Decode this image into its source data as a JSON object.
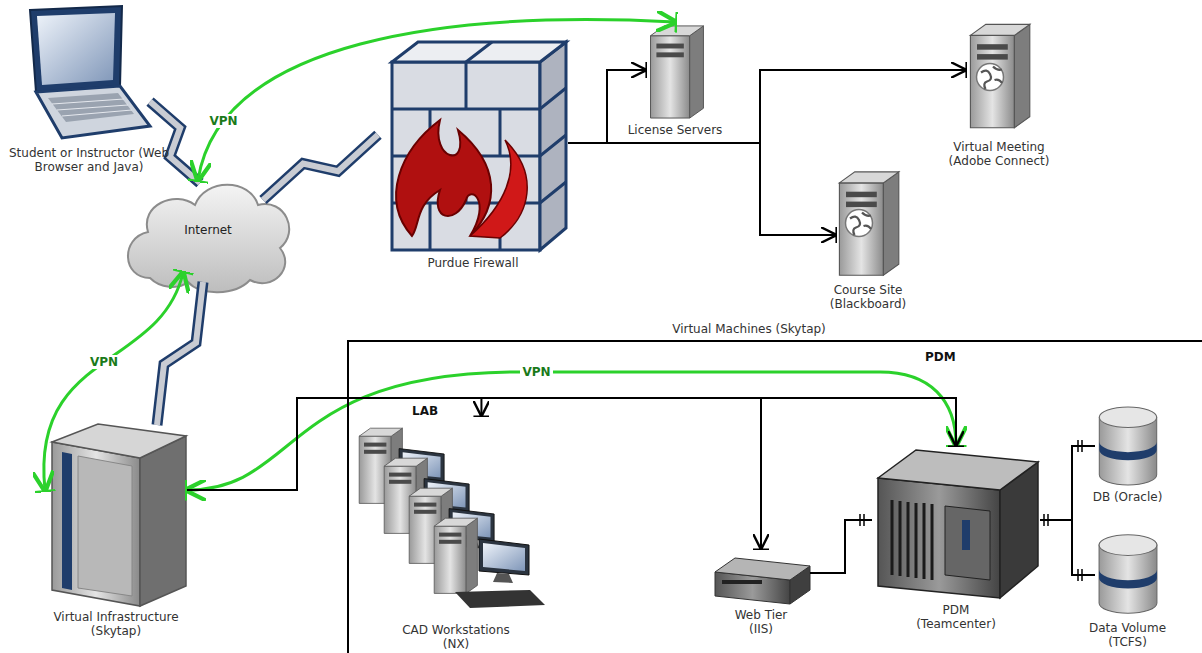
{
  "diagram": {
    "nodes": [
      {
        "text": [
          "Student or Instructor (Web Browser and Java)"
        ]
      },
      {
        "text": [
          "Internet"
        ]
      },
      {
        "text": [
          "Purdue Firewall"
        ]
      },
      {
        "text": [
          "License Servers"
        ]
      },
      {
        "text": [
          "Virtual Meeting (Adobe Connect)"
        ]
      },
      {
        "text": [
          "Course Site (Blackboard)"
        ]
      },
      {
        "text": [
          "Virtual Infrastructure (Skytap)"
        ]
      },
      {
        "text": [
          "Virtual Machines (Skytap)"
        ]
      },
      {
        "text": [
          "CAD Workstations (NX)"
        ],
        "in": 7
      },
      {
        "text": [
          "Web Tier (IIS)"
        ],
        "in": 7
      },
      {
        "text": [
          "PDM (Teamcenter)"
        ],
        "in": 7
      },
      {
        "text": [
          "DB (Oracle)"
        ],
        "in": 7
      },
      {
        "text": [
          "Data Volume (TCFS)"
        ],
        "in": 7
      }
    ],
    "edges": [
      {
        "from": 0,
        "to": 1,
        "arrow": "none"
      },
      {
        "from": 1,
        "to": 2,
        "arrow": "none"
      },
      {
        "from": 1,
        "to": 6,
        "arrow": "none"
      },
      {
        "from": 1,
        "to": 3,
        "label": "VPN",
        "arrow": "both"
      },
      {
        "from": 1,
        "to": 6,
        "label": "VPN",
        "arrow": "both"
      },
      {
        "from": 6,
        "to": 10,
        "label": "VPN",
        "arrow": "both"
      },
      {
        "from": 2,
        "to": 3,
        "arrow": "to"
      },
      {
        "from": 2,
        "to": 4,
        "arrow": "to"
      },
      {
        "from": 2,
        "to": 5,
        "arrow": "to"
      },
      {
        "from": 6,
        "to": 8,
        "arrow": "to"
      },
      {
        "from": 6,
        "to": 9,
        "arrow": "to"
      },
      {
        "from": 6,
        "to": 10,
        "arrow": "to"
      },
      {
        "from": 9,
        "to": 10,
        "arrow": "none"
      },
      {
        "from": 10,
        "to": 11,
        "arrow": "none"
      },
      {
        "from": 10,
        "to": 12,
        "arrow": "none"
      }
    ],
    "labels": [
      "LAB",
      "PDM"
    ]
  }
}
